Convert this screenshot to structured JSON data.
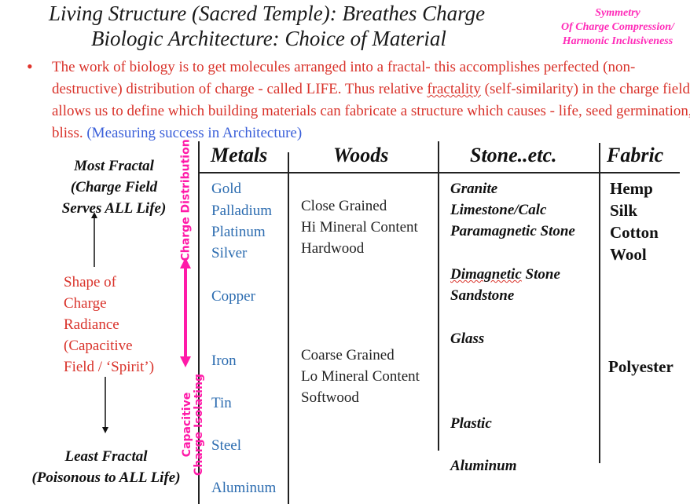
{
  "titles": {
    "line1": "Living Structure (Sacred Temple): Breathes Charge",
    "line2": "Biologic Architecture: Choice of Material"
  },
  "corner_note": {
    "line1": "Symmetry",
    "line2": "Of Charge Compression/",
    "line3": "Harmonic Inclusiveness"
  },
  "bullet": {
    "marker": "•",
    "text_part1": "The work of biology is to get molecules arranged into a fractal- this accomplishes perfected (non-destructive) distribution of charge - called LIFE. Thus relative ",
    "squiggle_word": "fractality",
    "text_part2": " (self-similarity) in the charge field allows us to define which building materials can fabricate a structure which causes - life, seed germination, bliss. ",
    "blue_text": "(Measuring success in Architecture)"
  },
  "left_axis": {
    "top_line1": "Most Fractal",
    "top_line2": "(Charge Field",
    "top_line3": "Serves ALL Life)",
    "mid_line1": "Shape of",
    "mid_line2": "Charge",
    "mid_line3": "Radiance",
    "mid_line4": "(Capacitive",
    "mid_line5": "Field / ‘Spirit’)",
    "bottom_line1": "Least Fractal",
    "bottom_line2": "(Poisonous to ALL Life)",
    "vertical_top": "Charge Distribution",
    "vertical_bottom_line1": "Capacitive",
    "vertical_bottom_line2": "Charge Isolating"
  },
  "table": {
    "headers": [
      "Metals",
      "Woods",
      "Stone..etc.",
      "Fabric"
    ],
    "metals": [
      "Gold",
      "Palladium",
      "Platinum",
      "Silver",
      "Copper",
      "Iron",
      "Tin",
      "Steel",
      "Aluminum"
    ],
    "woods_top": [
      "Close Grained",
      "Hi Mineral Content",
      "Hardwood"
    ],
    "woods_bottom": [
      "Coarse Grained",
      "Lo Mineral  Content",
      "Softwood"
    ],
    "stones_top": [
      "Granite",
      "Limestone/Calc",
      "Paramagnetic Stone"
    ],
    "stones_mid_word1": "Dimagnetic",
    "stones_mid_word2": " Stone",
    "stones_mid2": "Sandstone",
    "stones_glass": "Glass",
    "stones_plastic": "Plastic",
    "stones_aluminum": "Aluminum",
    "fabrics_top": [
      "Hemp",
      "Silk",
      "Cotton",
      "Wool"
    ],
    "fabrics_bottom": "Polyester"
  },
  "colors": {
    "title": "#1a1a1a",
    "accent_pink": "#ff2bb8",
    "bullet_red": "#d9332b",
    "link_blue": "#3a5fd9",
    "metal_blue": "#2c6cb0"
  }
}
